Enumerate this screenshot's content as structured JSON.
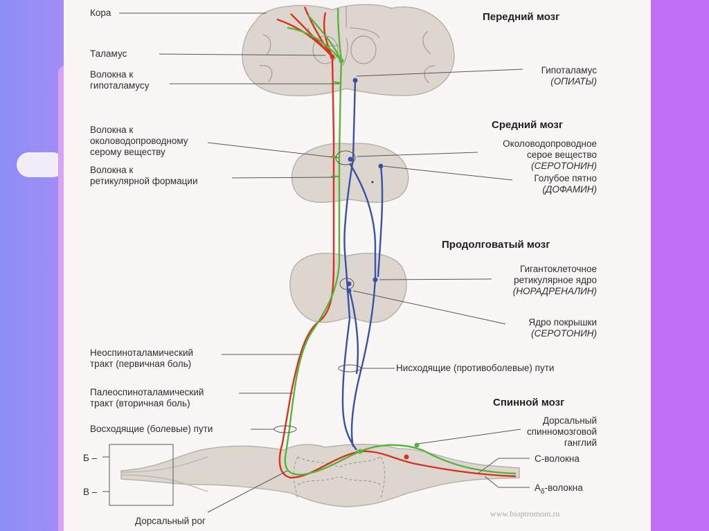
{
  "headers": {
    "forebrain": "Передний мозг",
    "midbrain": "Средний мозг",
    "medulla": "Продолговатый мозг",
    "spinal_cord": "Спинной мозг"
  },
  "left_labels": {
    "cortex": "Кора",
    "thalamus": "Таламус",
    "fibers_hypothalamus_1": "Волокна к",
    "fibers_hypothalamus_2": "гипоталамусу",
    "fibers_gray_1": "Волокна к",
    "fibers_gray_2": "околоводопроводному",
    "fibers_gray_3": "серому веществу",
    "fibers_reticular_1": "Волокна к",
    "fibers_reticular_2": "ретикулярной формации",
    "neo_1": "Неоспиноталамический",
    "neo_2": "тракт (первичная боль)",
    "paleo_1": "Палеоспиноталамический",
    "paleo_2": "тракт (вторичная боль)",
    "ascending": "Восходящие (болевые) пути",
    "b_mark": "Б –",
    "v_mark": "В –",
    "dorsal_horn": "Дорсальный рог"
  },
  "right_labels": {
    "hypothalamus_1": "Гипоталамус",
    "hypothalamus_2": "(ОПИАТЫ)",
    "gray_1": "Околоводопроводное",
    "gray_2": "серое вещество",
    "gray_3": "(СЕРОТОНИН)",
    "locus_1": "Голубое пятно",
    "locus_2": "(ДОФАМИН)",
    "giant_1": "Гигантоклеточное",
    "giant_2": "ретикулярное ядро",
    "giant_3": "(НОРАДРЕНАЛИН)",
    "raphe_1": "Ядро покрышки",
    "raphe_2": "(СЕРОТОНИН)",
    "descending": "Нисходящие (противоболевые) пути",
    "ganglion_1": "Дорсальный",
    "ganglion_2": "спинномозговой",
    "ganglion_3": "ганглий",
    "c_fibers": "С-волокна",
    "a_fibers_base": "А",
    "a_fibers_sub": "δ",
    "a_fibers_rest": "-волокна"
  },
  "watermark": "www.bioptromom.ru",
  "colors": {
    "red_path": "#d8321f",
    "green_path": "#58b33a",
    "blue_path": "#3a4fa8",
    "tissue": "#dcd6cf",
    "tissue_stroke": "#b9b2aa",
    "leader": "#555555"
  }
}
